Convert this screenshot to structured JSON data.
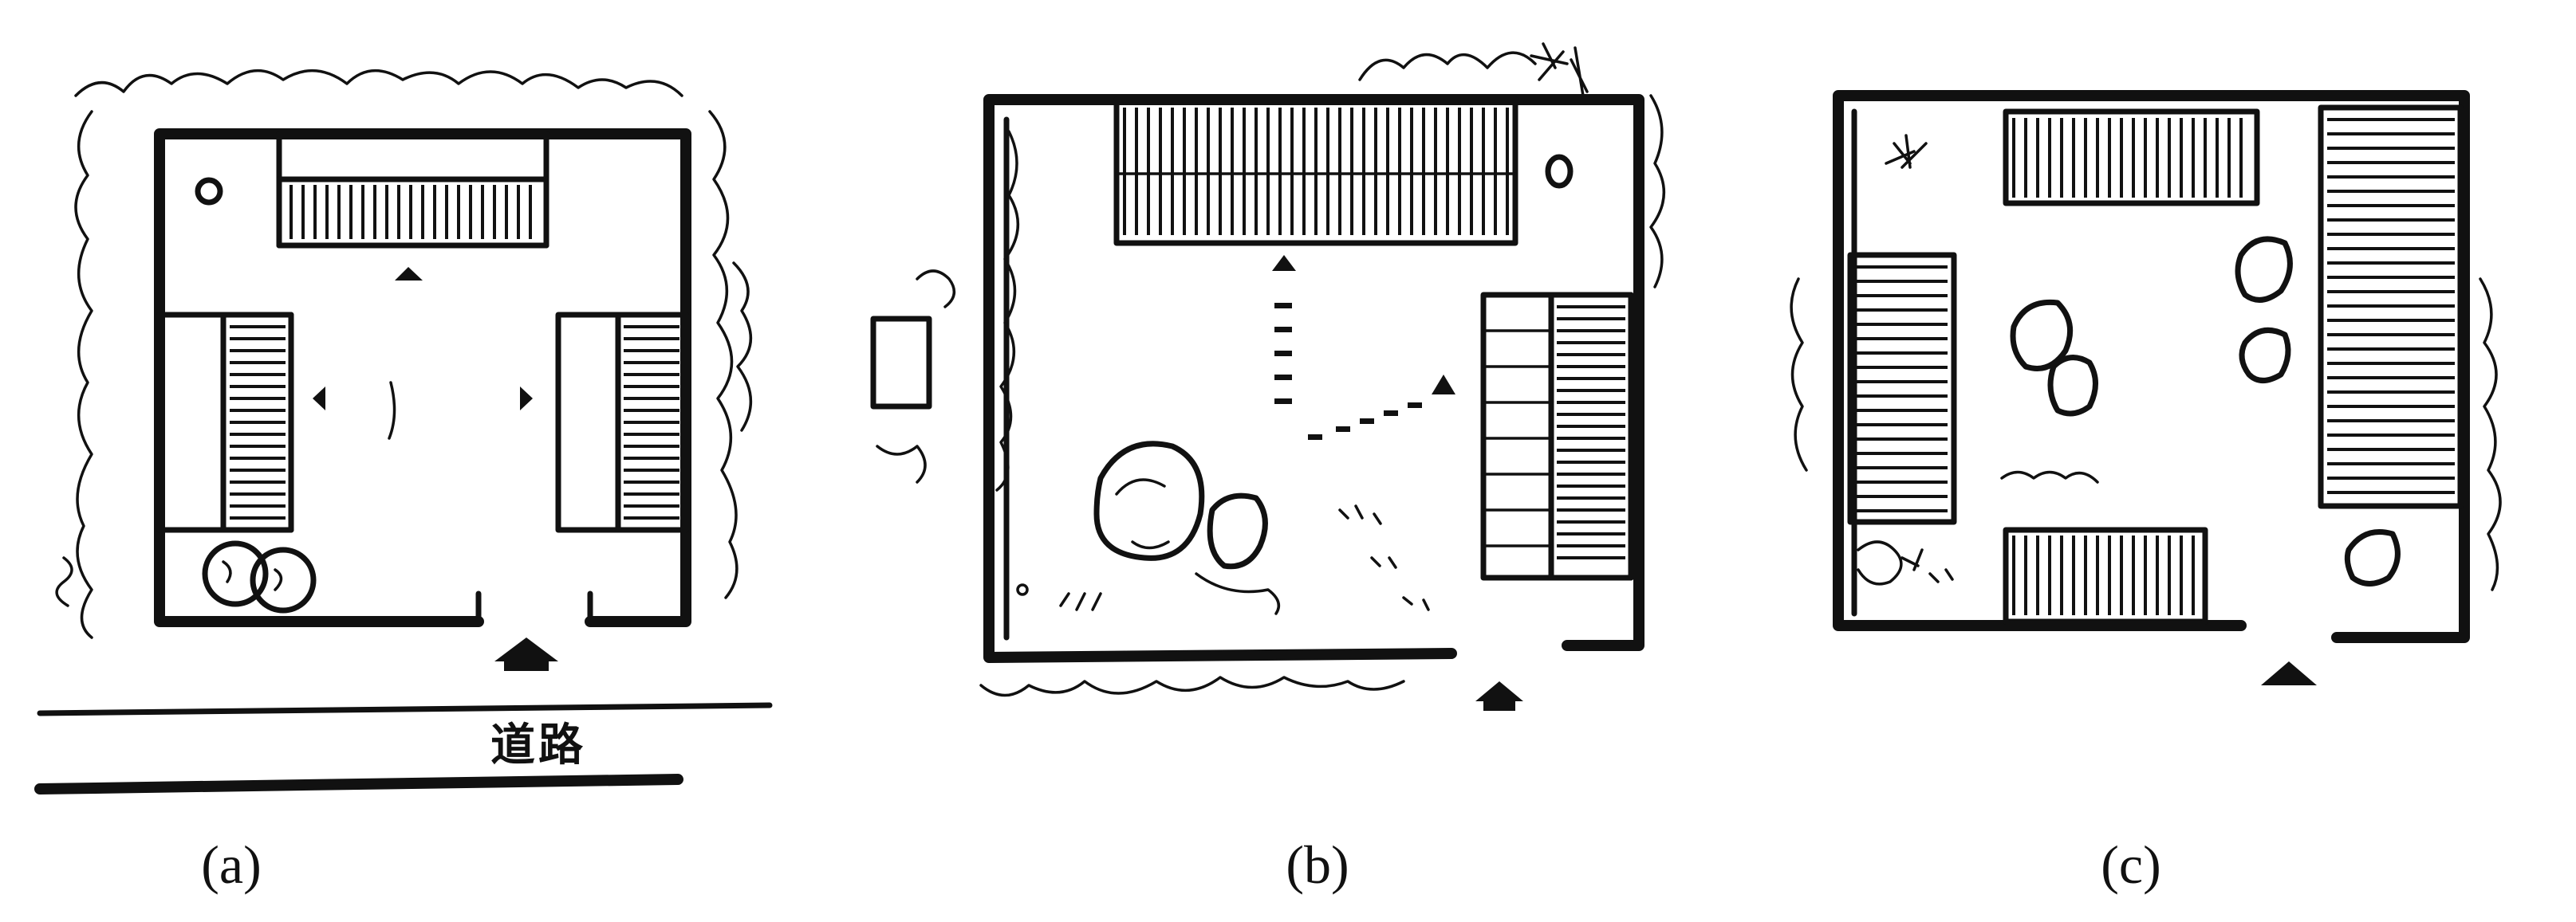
{
  "panels": [
    {
      "id": "a",
      "label": "(a)"
    },
    {
      "id": "b",
      "label": "(b)"
    },
    {
      "id": "c",
      "label": "(c)"
    }
  ],
  "road_label": "道路",
  "colors": {
    "ink": "#111111",
    "paper": "#ffffff"
  }
}
